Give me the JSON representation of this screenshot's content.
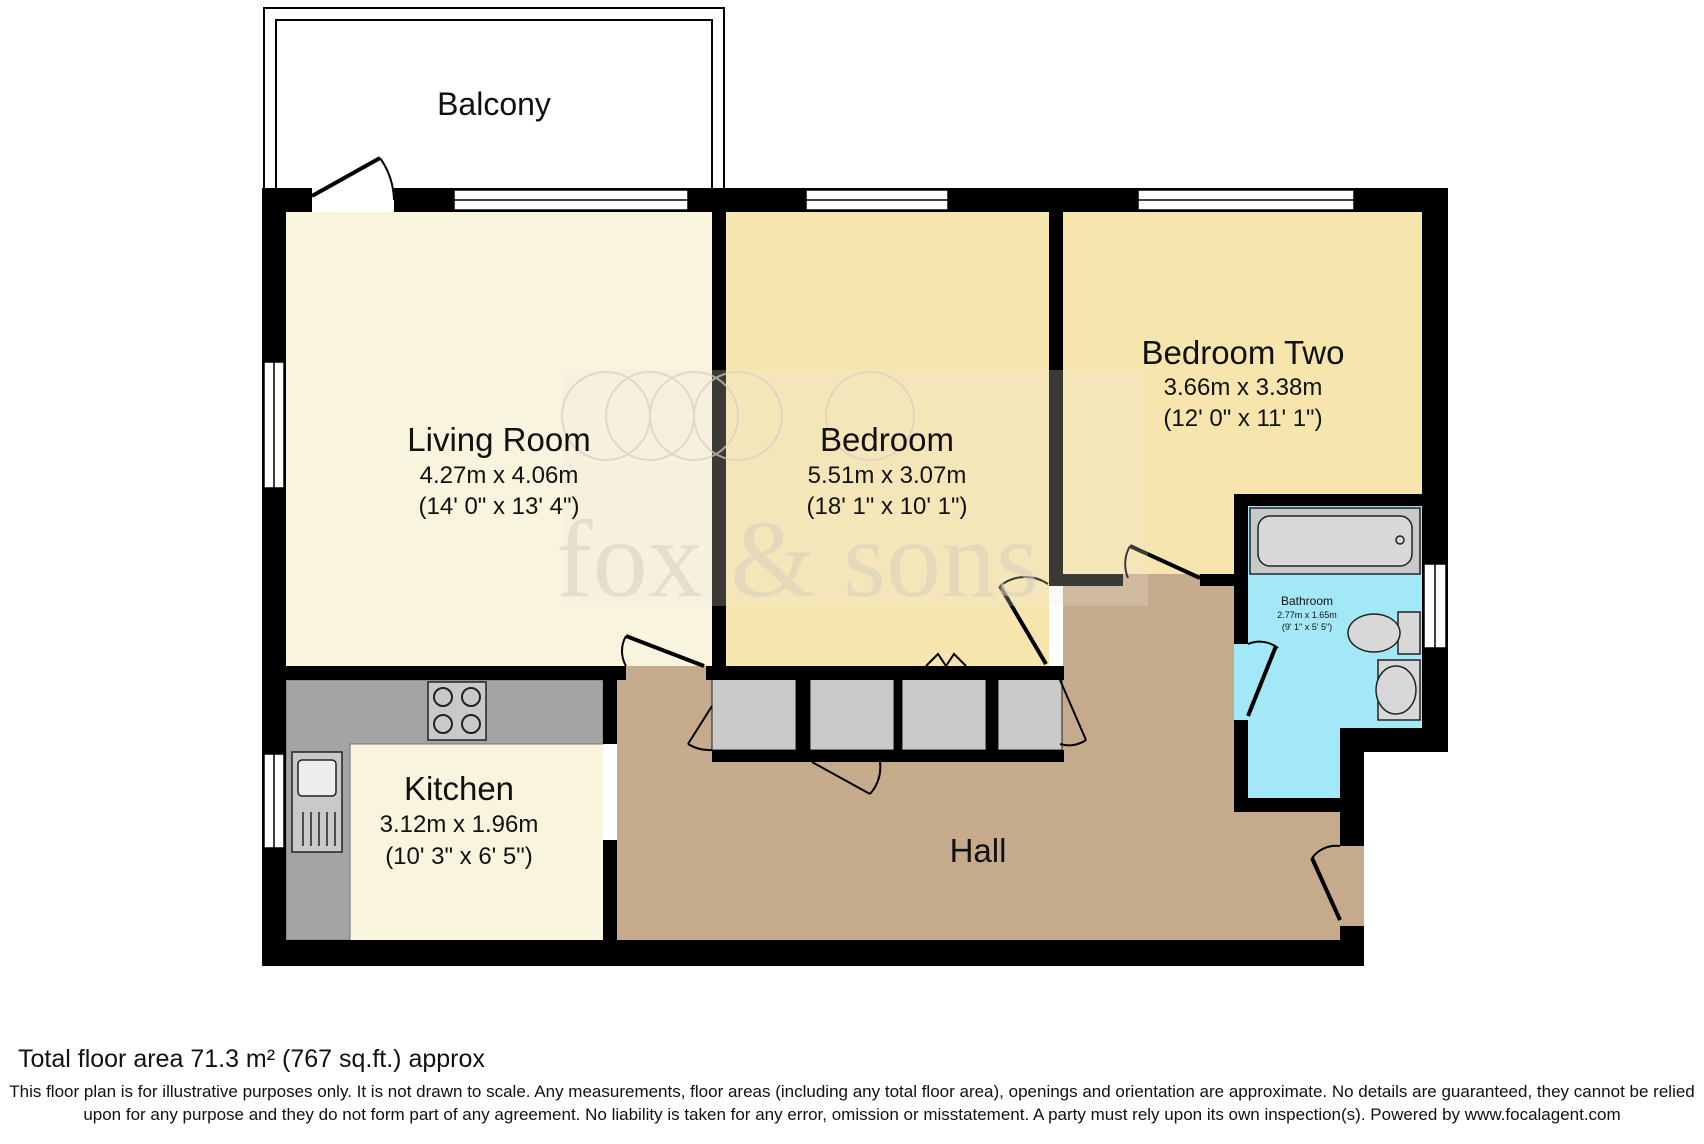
{
  "rooms": {
    "balcony": {
      "name": "Balcony"
    },
    "living_room": {
      "name": "Living Room",
      "metric": "4.27m x 4.06m",
      "imperial": "(14' 0\" x 13' 4\")"
    },
    "bedroom": {
      "name": "Bedroom",
      "metric": "5.51m x 3.07m",
      "imperial": "(18' 1\" x 10' 1\")"
    },
    "bedroom_two": {
      "name": "Bedroom Two",
      "metric": "3.66m x 3.38m",
      "imperial": "(12' 0\" x 11' 1\")"
    },
    "bathroom": {
      "name": "Bathroom",
      "metric": "2.77m x 1.65m",
      "imperial": "(9' 1\" x 5' 5\")"
    },
    "kitchen": {
      "name": "Kitchen",
      "metric": "3.12m x 1.96m",
      "imperial": "(10' 3\" x 6' 5\")"
    },
    "hall": {
      "name": "Hall"
    }
  },
  "watermark": {
    "text": "fox & sons"
  },
  "footer": {
    "total_area": "Total floor area 71.3 m² (767 sq.ft.) approx",
    "disclaimer": "This floor plan is for illustrative purposes only. It is not drawn to scale. Any measurements, floor areas (including any total floor area), openings and orientation are approximate. No details are guaranteed, they cannot be relied upon for any purpose and they do not form part of any agreement. No liability is taken for any error, omission or misstatement. A party must rely upon its own inspection(s). Powered by www.focalagent.com"
  },
  "colors": {
    "wall": "#000000",
    "living_room": "#f9f4dd",
    "bedroom": "#f6e6ae",
    "bedroom_two": "#f6e6ae",
    "kitchen": "#f9f4dd",
    "hall": "#c5ab8c",
    "bathroom": "#a2e8f7",
    "worktop": "#a4a4a4",
    "cupboard": "#c9c9c9",
    "balcony": "#ffffff"
  }
}
